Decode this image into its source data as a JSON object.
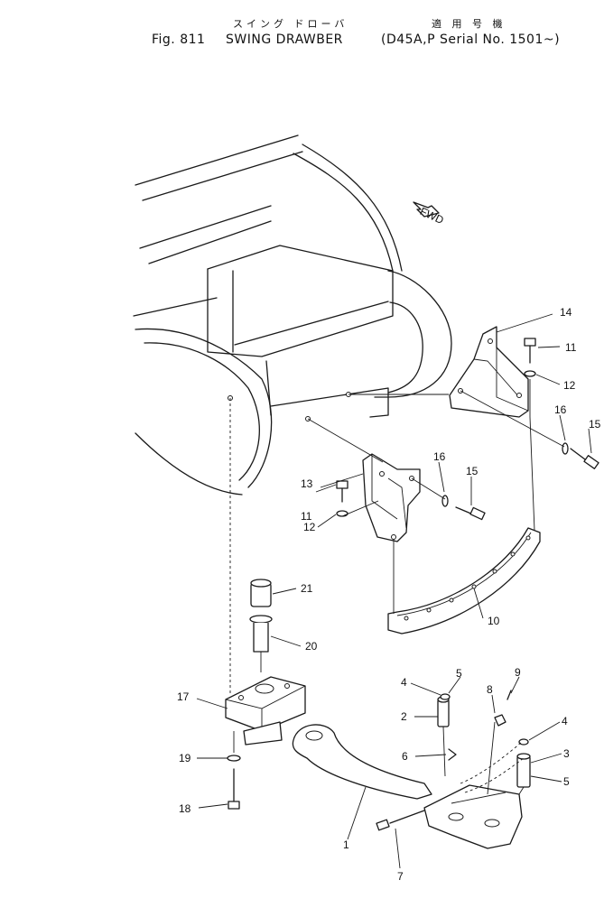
{
  "header": {
    "jp_title": "スイング ドローバ",
    "jp_applicability": "適 用 号 機",
    "fig_label": "Fig. 811",
    "title": "SWING DRAWBER",
    "applicability": "(D45A,P Serial No. 1501~)"
  },
  "arrow_label": "FWD",
  "callouts": [
    "1",
    "2",
    "3",
    "4",
    "4",
    "5",
    "5",
    "6",
    "7",
    "8",
    "9",
    "10",
    "11",
    "11",
    "12",
    "12",
    "13",
    "14",
    "15",
    "15",
    "16",
    "16",
    "17",
    "18",
    "19",
    "20",
    "21"
  ]
}
